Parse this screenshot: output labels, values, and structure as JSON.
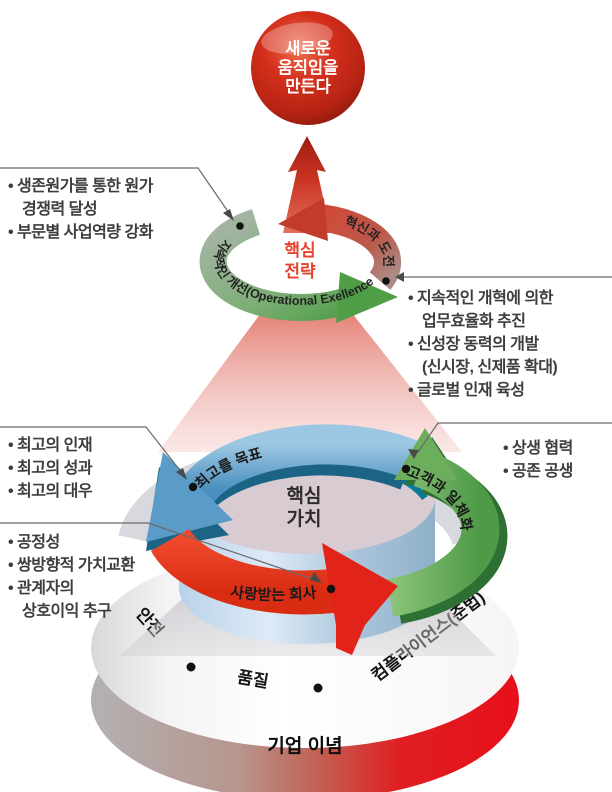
{
  "sphere": {
    "line1": "새로운",
    "line2": "움직임을",
    "line3": "만든다"
  },
  "upper_ring": {
    "center_line1": "핵심",
    "center_line2": "전략",
    "green_label": "지속적인 개선(Operational Exellence)",
    "red_label": "혁신과 도전"
  },
  "middle_ring": {
    "center_line1": "핵심",
    "center_line2": "가치",
    "blue_label": "최고를 목표",
    "green_label": "고객과 일체화",
    "red_label": "사랑받는 회사"
  },
  "base_disc": {
    "label_left": "안전",
    "label_center": "품질",
    "label_right": "컴플라이언스(준법)",
    "band_label": "기업 이념"
  },
  "callouts": {
    "cost": {
      "lines": [
        "• 생존원가를 통한 원가",
        "경쟁력 달성",
        "• 부문별 사업역량 강화"
      ]
    },
    "innovation": {
      "lines": [
        "• 지속적인 개혁에 의한",
        "업무효율화 추진",
        "• 신성장 동력의 개발",
        "(신시장, 신제품 확대)",
        "• 글로벌 인재 육성"
      ]
    },
    "best": {
      "lines": [
        "• 최고의 인재",
        "• 최고의 성과",
        "• 최고의 대우"
      ]
    },
    "coexist": {
      "lines": [
        "• 상생 협력",
        "• 공존 공생"
      ]
    },
    "fairness": {
      "lines": [
        "• 공정성",
        "• 쌍방향적 가치교환",
        "• 관계자의",
        "상호이익 추구"
      ]
    }
  },
  "colors": {
    "sphere_red": "#d42f1b",
    "strategy_red": "#e8432e",
    "ring_green": "#4f9e47",
    "arrow_blue": "#5b9bc8",
    "arrow_green": "#4e9a47",
    "arrow_red": "#e2231a",
    "teal_rim": "#0a7a99",
    "disc_band_red": "#e5121b"
  }
}
